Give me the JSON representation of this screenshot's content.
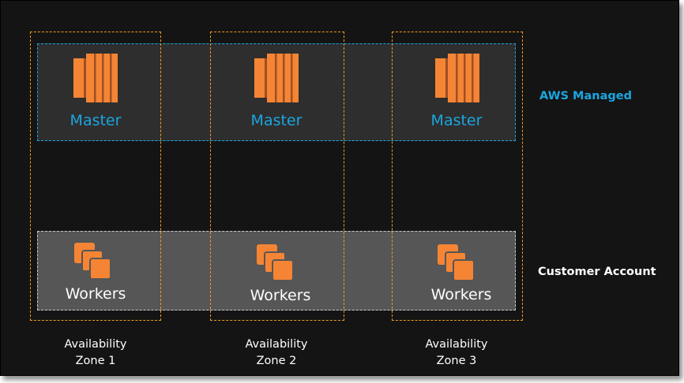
{
  "diagram": {
    "zones": [
      {
        "line1": "Availability",
        "line2": "Zone 1",
        "master": "Master",
        "workers": "Workers"
      },
      {
        "line1": "Availability",
        "line2": "Zone 2",
        "master": "Master",
        "workers": "Workers"
      },
      {
        "line1": "Availability",
        "line2": "Zone 3",
        "master": "Master",
        "workers": "Workers"
      }
    ],
    "aws_managed": "AWS Managed",
    "customer_account": "Customer Account",
    "colors": {
      "background": "#141414",
      "accent_blue": "#1aa6e0",
      "orange": "#f39a1c",
      "icon_orange": "#f58534",
      "icon_dark": "#9d5025"
    },
    "icons": {
      "master": "ec2-instance-icon",
      "workers": "ec2-instances-stack-icon"
    }
  }
}
